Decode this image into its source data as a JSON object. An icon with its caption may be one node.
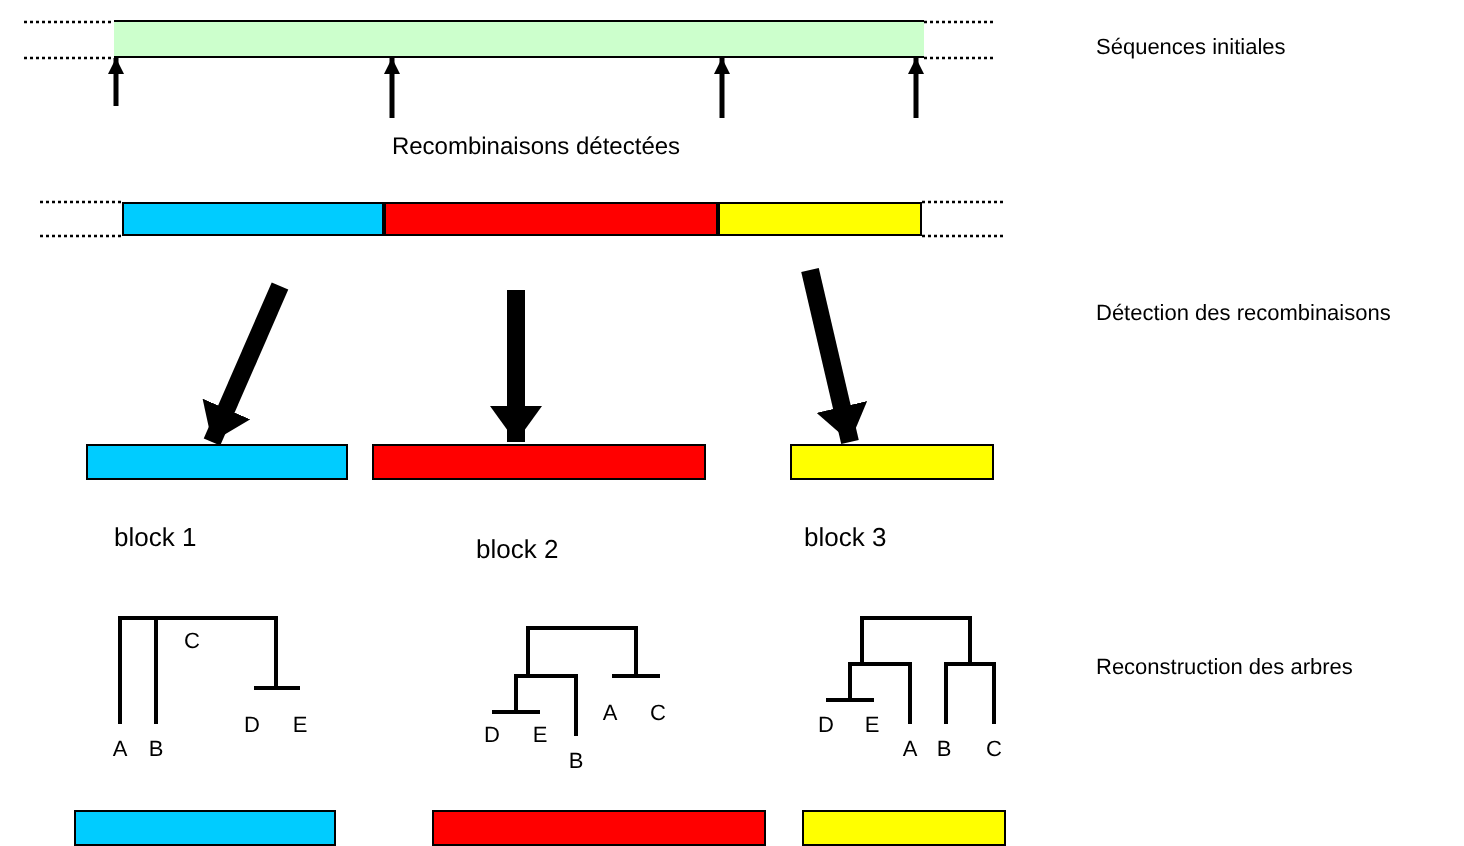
{
  "diagram": {
    "nodes": [
      {
        "text": [],
        "shape": "bar"
      },
      {
        "text": [],
        "shape": "bar"
      },
      {
        "text": [],
        "shape": "bar"
      },
      {
        "text": [],
        "shape": "bar"
      },
      {
        "text": [],
        "shape": "bar",
        "beside": [
          "block 1"
        ]
      },
      {
        "text": [],
        "shape": "bar",
        "beside": [
          "block 2"
        ]
      },
      {
        "text": [],
        "shape": "bar",
        "beside": [
          "block 3"
        ]
      },
      {
        "text": [],
        "shape": "bar"
      },
      {
        "text": [],
        "shape": "bar"
      },
      {
        "text": [],
        "shape": "bar"
      }
    ],
    "edges": [
      {
        "from": null,
        "to": 0,
        "arrow": "to"
      },
      {
        "from": null,
        "to": 0,
        "arrow": "to"
      },
      {
        "from": null,
        "to": 0,
        "arrow": "to"
      },
      {
        "from": null,
        "to": 0,
        "arrow": "to"
      },
      {
        "from": 1,
        "to": 4,
        "arrow": "to",
        "style": "thick"
      },
      {
        "from": 2,
        "to": 5,
        "arrow": "to",
        "style": "thick"
      },
      {
        "from": 3,
        "to": 6,
        "arrow": "to",
        "style": "thick"
      }
    ],
    "labels": [
      "Séquences initiales",
      "Recombinaisons détectées",
      "Détection des recombinaisons",
      "Reconstruction des arbres",
      "C",
      "D",
      "E",
      "A",
      "B",
      "A",
      "C",
      "D",
      "E",
      "B",
      "D",
      "E",
      "A",
      "B",
      "C"
    ]
  }
}
